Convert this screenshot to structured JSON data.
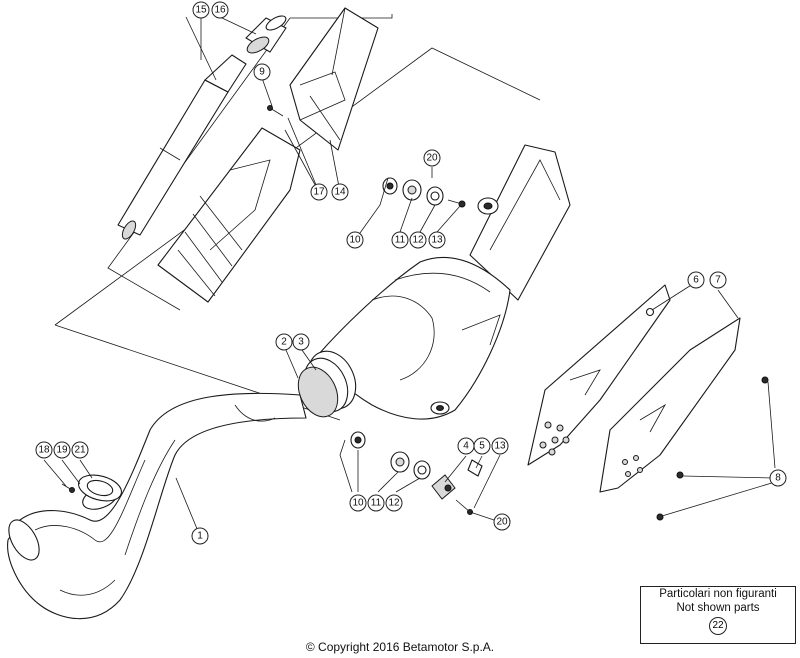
{
  "copyright": "© Copyright 2016 Betamotor S.p.A.",
  "not_shown": {
    "line1": "Particolari non figuranti",
    "line2": "Not shown parts",
    "ref": "22"
  },
  "callouts": [
    "15",
    "16",
    "9",
    "17",
    "14",
    "20",
    "10",
    "11",
    "12",
    "13",
    "6",
    "7",
    "8",
    "2",
    "3",
    "18",
    "19",
    "21",
    "1",
    "4",
    "5"
  ]
}
